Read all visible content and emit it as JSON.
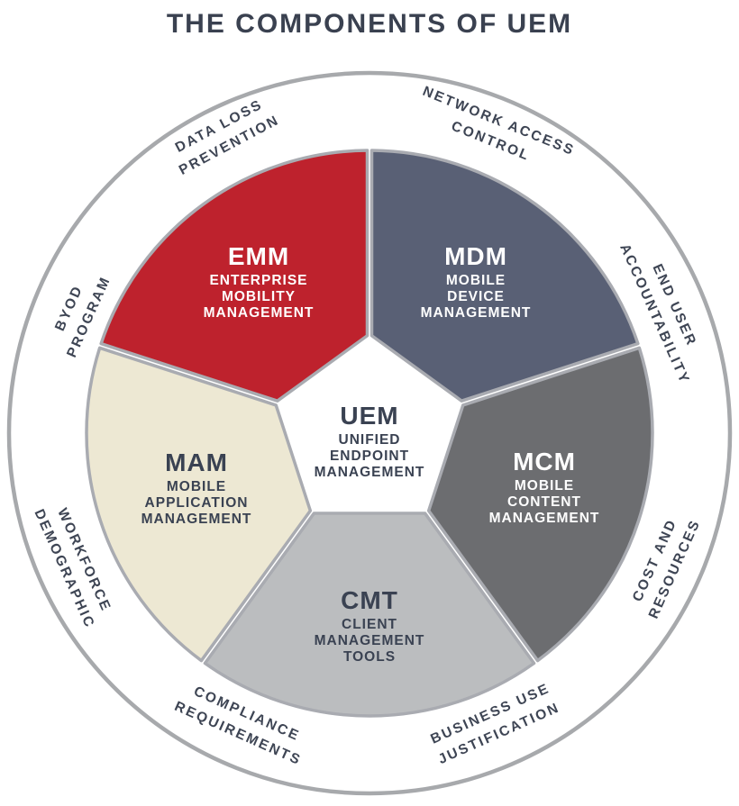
{
  "title": "THE COMPONENTS OF UEM",
  "center": {
    "acronym": "UEM",
    "lines": [
      "UNIFIED",
      "ENDPOINT",
      "MANAGEMENT"
    ]
  },
  "wedges": [
    {
      "id": "emm",
      "acronym": "EMM",
      "lines": [
        "ENTERPRISE",
        "MOBILITY",
        "MANAGEMENT"
      ],
      "color": "#BE222D",
      "text_color": "#FFFFFF"
    },
    {
      "id": "mdm",
      "acronym": "MDM",
      "lines": [
        "MOBILE",
        "DEVICE",
        "MANAGEMENT"
      ],
      "color": "#596075",
      "text_color": "#FFFFFF"
    },
    {
      "id": "mcm",
      "acronym": "MCM",
      "lines": [
        "MOBILE",
        "CONTENT",
        "MANAGEMENT"
      ],
      "color": "#6C6D70",
      "text_color": "#FFFFFF"
    },
    {
      "id": "cmt",
      "acronym": "CMT",
      "lines": [
        "CLIENT",
        "MANAGEMENT",
        "TOOLS"
      ],
      "color": "#BBBDBF",
      "text_color": "#3A4252"
    },
    {
      "id": "mam",
      "acronym": "MAM",
      "lines": [
        "MOBILE",
        "APPLICATION",
        "MANAGEMENT"
      ],
      "color": "#EDE8D3",
      "text_color": "#3A4252"
    }
  ],
  "ring_labels": [
    {
      "id": "data-loss-prevention",
      "lines": [
        "DATA LOSS",
        "PREVENTION"
      ]
    },
    {
      "id": "network-access-control",
      "lines": [
        "NETWORK ACCESS",
        "CONTROL"
      ]
    },
    {
      "id": "end-user-accountability",
      "lines": [
        "END USER",
        "ACCOUNTABILITY"
      ]
    },
    {
      "id": "cost-and-resources",
      "lines": [
        "COST AND",
        "RESOURCES"
      ]
    },
    {
      "id": "business-use-justification",
      "lines": [
        "BUSINESS USE",
        "JUSTIFICATION"
      ]
    },
    {
      "id": "compliance-requirements",
      "lines": [
        "COMPLIANCE",
        "REQUIREMENTS"
      ]
    },
    {
      "id": "workforce-demographic",
      "lines": [
        "WORKFORCE",
        "DEMOGRAPHIC"
      ]
    },
    {
      "id": "byod-program",
      "lines": [
        "BYOD",
        "PROGRAM"
      ]
    }
  ],
  "colors": {
    "background": "#FFFFFF",
    "outer_ring_stroke": "#A7A9AC",
    "wedge_stroke": "#A9ABB1",
    "title_text": "#3A4150",
    "ring_label_text": "#3E4554",
    "dark_text": "#3A4252",
    "light_text": "#FFFFFF"
  }
}
